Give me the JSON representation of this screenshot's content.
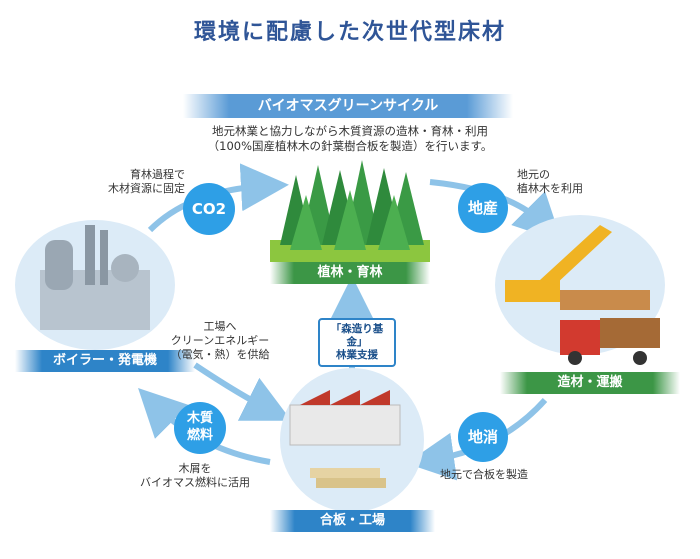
{
  "title": "環境に配慮した次世代型床材",
  "banner": "バイオマスグリーンサイクル",
  "description": "地元林業と協力しながら木質資源の造林・育林・利用\n（100%国産植林木の針葉樹合板を製造）を行います。",
  "nodes": {
    "forest": "植林・育林",
    "logging": "造材・運搬",
    "plywood": "合板・工場",
    "boiler": "ボイラー・発電機"
  },
  "circles": {
    "co2": "CO2",
    "chisan": "地産",
    "chisho": "地消",
    "fuel": "木質\n燃料"
  },
  "notes": {
    "co2_fix": "育林過程で\n木材資源に固定",
    "local_wood": "地元の\n植林木を利用",
    "clean_energy": "工場へ\nクリーンエネルギー\n（電気・熱）を供給",
    "local_plywood": "地元で合板を製造",
    "biomass": "木屑を\nバイオマス燃料に活用"
  },
  "badge": "「森造り基金」\n林業支援",
  "colors": {
    "accent_blue": "#2e9fe6",
    "green": "#3c9646",
    "title": "#2f5597"
  }
}
